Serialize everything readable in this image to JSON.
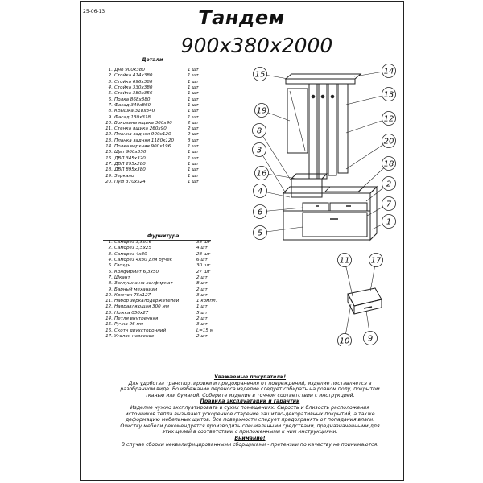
{
  "header": {
    "date": "25-06-13",
    "title": "Тандем",
    "dimensions": "900x380x2000"
  },
  "parts": {
    "heading": "Детали",
    "items": [
      {
        "n": "1.",
        "name": "Дно 900x380",
        "qty": "1 шт"
      },
      {
        "n": "2.",
        "name": "Стойка 414x380",
        "qty": "1 шт"
      },
      {
        "n": "3.",
        "name": "Стойка 696x380",
        "qty": "1 шт"
      },
      {
        "n": "4.",
        "name": "Стойка 330x380",
        "qty": "1 шт"
      },
      {
        "n": "5.",
        "name": "Стойка 380x356",
        "qty": "1 шт"
      },
      {
        "n": "6.",
        "name": "Полка 868x380",
        "qty": "1 шт"
      },
      {
        "n": "7.",
        "name": "Фасад 340x860",
        "qty": "1 шт"
      },
      {
        "n": "8.",
        "name": "Крышка 318x340",
        "qty": "1 шт"
      },
      {
        "n": "9.",
        "name": "Фасад 130x318",
        "qty": "1 шт"
      },
      {
        "n": "10.",
        "name": "Боковина ящика 300x90",
        "qty": "2 шт"
      },
      {
        "n": "11.",
        "name": "Стенка ящика 260x90",
        "qty": "2 шт"
      },
      {
        "n": "12.",
        "name": "Планка задняя 900x120",
        "qty": "2 шт"
      },
      {
        "n": "13.",
        "name": "Планка задняя 1180x120",
        "qty": "3 шт"
      },
      {
        "n": "14.",
        "name": "Полка верхняя 900x196",
        "qty": "1 шт"
      },
      {
        "n": "15.",
        "name": "Щит 900x350",
        "qty": "1 шт"
      },
      {
        "n": "16.",
        "name": "ДВП 345x320",
        "qty": "1 шт"
      },
      {
        "n": "17.",
        "name": "ДВП 295x280",
        "qty": "1 шт"
      },
      {
        "n": "18.",
        "name": "ДВП 895x380",
        "qty": "1 шт"
      },
      {
        "n": "19.",
        "name": "Зеркало",
        "qty": "1 шт"
      },
      {
        "n": "20.",
        "name": "Пуф 370x524",
        "qty": "1 шт"
      }
    ]
  },
  "fittings": {
    "heading": "Фурнитура",
    "items": [
      {
        "n": "1.",
        "name": "Саморез 3,5x16",
        "qty": "38 шт"
      },
      {
        "n": "2.",
        "name": "Саморез 3,5x25",
        "qty": "4 шт"
      },
      {
        "n": "3.",
        "name": "Саморез 4x30",
        "qty": "28 шт"
      },
      {
        "n": "4.",
        "name": "Саморез 4x30 для ручек",
        "qty": "6 шт"
      },
      {
        "n": "5.",
        "name": "Гвоздь",
        "qty": "30 шт"
      },
      {
        "n": "6.",
        "name": "Конфирмат 6,3x50",
        "qty": "27 шт"
      },
      {
        "n": "7.",
        "name": "Шкант",
        "qty": "2 шт"
      },
      {
        "n": "8.",
        "name": "Заглушка на конфирмат",
        "qty": "8 шт"
      },
      {
        "n": "9.",
        "name": "Барный механизм",
        "qty": "2 шт"
      },
      {
        "n": "10.",
        "name": "Крючок 75x127",
        "qty": "3 шт"
      },
      {
        "n": "11.",
        "name": "Набор зеркалодержателей",
        "qty": "1 компл."
      },
      {
        "n": "12.",
        "name": "Направляющая 300 мм",
        "qty": "1 шт."
      },
      {
        "n": "13.",
        "name": "Ножка 050x27",
        "qty": "5 шт."
      },
      {
        "n": "14.",
        "name": "Петля внутренняя",
        "qty": "2 шт"
      },
      {
        "n": "15.",
        "name": "Ручка 96 мм",
        "qty": "3 шт"
      },
      {
        "n": "16.",
        "name": "Скотч двухсторонний",
        "qty": "L=15 м"
      },
      {
        "n": "17.",
        "name": "Уголок навесное",
        "qty": "2 шт"
      }
    ]
  },
  "drawing": {
    "callouts": [
      "15",
      "14",
      "19",
      "13",
      "12",
      "20",
      "8",
      "3",
      "18",
      "16",
      "4",
      "2",
      "6",
      "7",
      "5",
      "1",
      "11",
      "17",
      "10",
      "9"
    ]
  },
  "notice": {
    "h1": "Уважаемые покупатели!",
    "p1": [
      "Для удобства транспортировки и предохранения от повреждений, изделие поставляется в",
      "разобранном виде. Во избежание переноса изделие следует собирать на ровном полу, покрытом",
      "тканью или бумагой. Соберите изделие в точном соответствии с инструкцией."
    ],
    "h2": "Правила эксплуатации и гарантии",
    "p2": [
      "Изделие нужно эксплуатировать в сухих помещениях. Сырость и близость расположения",
      "источников тепла вызывают ускоренное старение защитно-декоративных покрытий, а также",
      "деформацию мебельных щитов. Все поверхности следует предохранять от попадания влаги.",
      "Очистку мебели рекомендуется производить специальными средствами, предназначенными для",
      "этих целей в соответствии с приложенными к ним инструкциями."
    ],
    "h3": "Внимание!",
    "p3": "В случае сборки неквалифицированными сборщиками - претензии по качеству не принимаются."
  }
}
